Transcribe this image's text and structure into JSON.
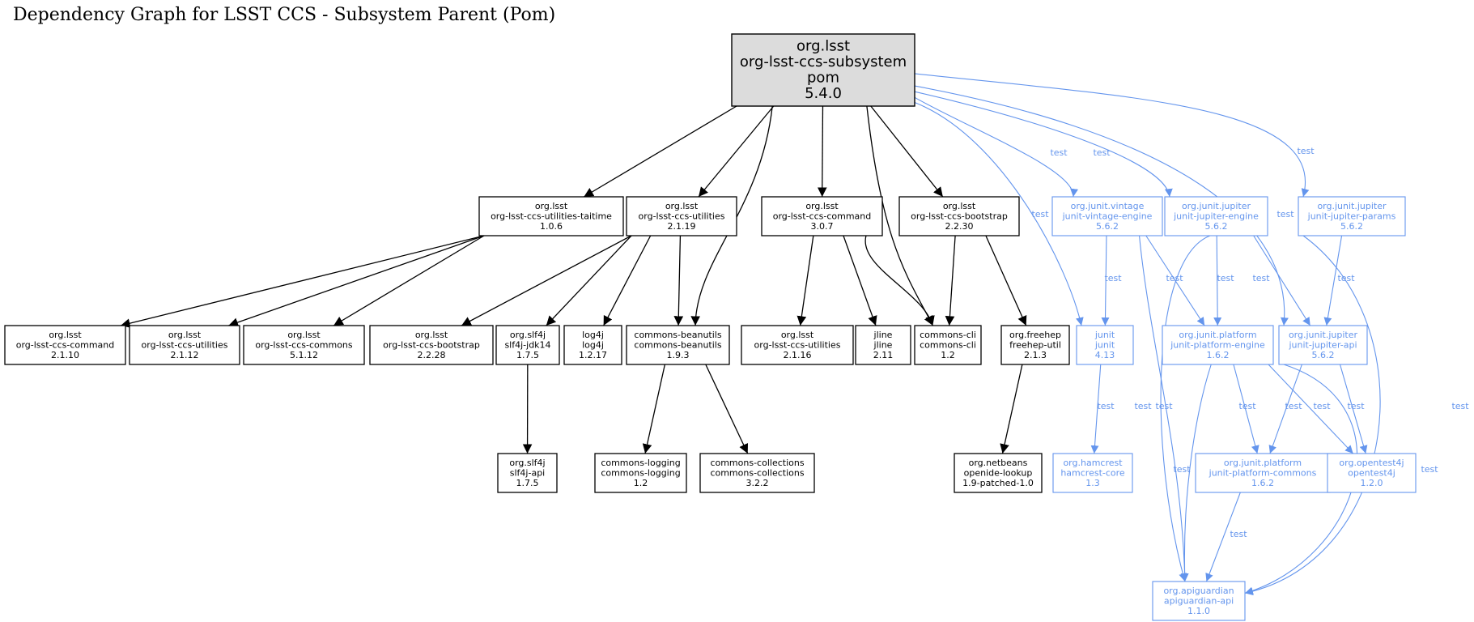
{
  "title": "Dependency Graph for LSST CCS - Subsystem Parent (Pom)",
  "colors": {
    "black": "#000000",
    "blue": "#6495ed",
    "root_fill": "#dcdcdc"
  },
  "edge_label": "test",
  "root": {
    "lines": [
      "org.lsst",
      "org-lsst-ccs-subsystem",
      "pom",
      "5.4.0"
    ]
  },
  "nodes": [
    {
      "id": "taitime",
      "lines": [
        "org.lsst",
        "org-lsst-ccs-utilities-taitime",
        "1.0.6"
      ],
      "test": false
    },
    {
      "id": "utilities",
      "lines": [
        "org.lsst",
        "org-lsst-ccs-utilities",
        "2.1.19"
      ],
      "test": false
    },
    {
      "id": "command",
      "lines": [
        "org.lsst",
        "org-lsst-ccs-command",
        "3.0.7"
      ],
      "test": false
    },
    {
      "id": "bootstrap",
      "lines": [
        "org.lsst",
        "org-lsst-ccs-bootstrap",
        "2.2.30"
      ],
      "test": false
    },
    {
      "id": "vintage",
      "lines": [
        "org.junit.vintage",
        "junit-vintage-engine",
        "5.6.2"
      ],
      "test": true
    },
    {
      "id": "jupiter_engine",
      "lines": [
        "org.junit.jupiter",
        "junit-jupiter-engine",
        "5.6.2"
      ],
      "test": true
    },
    {
      "id": "jupiter_params",
      "lines": [
        "org.junit.jupiter",
        "junit-jupiter-params",
        "5.6.2"
      ],
      "test": true
    },
    {
      "id": "command_old",
      "lines": [
        "org.lsst",
        "org-lsst-ccs-command",
        "2.1.10"
      ],
      "test": false
    },
    {
      "id": "utilities_old",
      "lines": [
        "org.lsst",
        "org-lsst-ccs-utilities",
        "2.1.12"
      ],
      "test": false
    },
    {
      "id": "commons",
      "lines": [
        "org.lsst",
        "org-lsst-ccs-commons",
        "5.1.12"
      ],
      "test": false
    },
    {
      "id": "bootstrap_old",
      "lines": [
        "org.lsst",
        "org-lsst-ccs-bootstrap",
        "2.2.28"
      ],
      "test": false
    },
    {
      "id": "slf4j_jdk14",
      "lines": [
        "org.slf4j",
        "slf4j-jdk14",
        "1.7.5"
      ],
      "test": false
    },
    {
      "id": "log4j",
      "lines": [
        "log4j",
        "log4j",
        "1.2.17"
      ],
      "test": false
    },
    {
      "id": "beanutils",
      "lines": [
        "commons-beanutils",
        "commons-beanutils",
        "1.9.3"
      ],
      "test": false
    },
    {
      "id": "utilities_216",
      "lines": [
        "org.lsst",
        "org-lsst-ccs-utilities",
        "2.1.16"
      ],
      "test": false
    },
    {
      "id": "jline",
      "lines": [
        "jline",
        "jline",
        "2.11"
      ],
      "test": false
    },
    {
      "id": "commons_cli",
      "lines": [
        "commons-cli",
        "commons-cli",
        "1.2"
      ],
      "test": false
    },
    {
      "id": "freehep",
      "lines": [
        "org.freehep",
        "freehep-util",
        "2.1.3"
      ],
      "test": false
    },
    {
      "id": "junit",
      "lines": [
        "junit",
        "junit",
        "4.13"
      ],
      "test": true
    },
    {
      "id": "platform_engine",
      "lines": [
        "org.junit.platform",
        "junit-platform-engine",
        "1.6.2"
      ],
      "test": true
    },
    {
      "id": "jupiter_api",
      "lines": [
        "org.junit.jupiter",
        "junit-jupiter-api",
        "5.6.2"
      ],
      "test": true
    },
    {
      "id": "slf4j_api",
      "lines": [
        "org.slf4j",
        "slf4j-api",
        "1.7.5"
      ],
      "test": false
    },
    {
      "id": "commons_logging",
      "lines": [
        "commons-logging",
        "commons-logging",
        "1.2"
      ],
      "test": false
    },
    {
      "id": "commons_collections",
      "lines": [
        "commons-collections",
        "commons-collections",
        "3.2.2"
      ],
      "test": false
    },
    {
      "id": "openide",
      "lines": [
        "org.netbeans",
        "openide-lookup",
        "1.9-patched-1.0"
      ],
      "test": false
    },
    {
      "id": "hamcrest",
      "lines": [
        "org.hamcrest",
        "hamcrest-core",
        "1.3"
      ],
      "test": true
    },
    {
      "id": "platform_commons",
      "lines": [
        "org.junit.platform",
        "junit-platform-commons",
        "1.6.2"
      ],
      "test": true
    },
    {
      "id": "opentest4j",
      "lines": [
        "org.opentest4j",
        "opentest4j",
        "1.2.0"
      ],
      "test": true
    },
    {
      "id": "apiguardian",
      "lines": [
        "org.apiguardian",
        "apiguardian-api",
        "1.1.0"
      ],
      "test": true
    }
  ],
  "edges": [
    {
      "from": "root",
      "to": "taitime",
      "test": false
    },
    {
      "from": "root",
      "to": "utilities",
      "test": false
    },
    {
      "from": "root",
      "to": "beanutils",
      "test": false
    },
    {
      "from": "root",
      "to": "command",
      "test": false
    },
    {
      "from": "root",
      "to": "commons_cli",
      "test": false
    },
    {
      "from": "root",
      "to": "bootstrap",
      "test": false
    },
    {
      "from": "root",
      "to": "junit",
      "test": true
    },
    {
      "from": "root",
      "to": "vintage",
      "test": true
    },
    {
      "from": "root",
      "to": "jupiter_engine",
      "test": true
    },
    {
      "from": "root",
      "to": "jupiter_api",
      "test": true
    },
    {
      "from": "root",
      "to": "jupiter_params",
      "test": true
    },
    {
      "from": "taitime",
      "to": "command_old",
      "test": false
    },
    {
      "from": "taitime",
      "to": "utilities_old",
      "test": false
    },
    {
      "from": "taitime",
      "to": "commons",
      "test": false
    },
    {
      "from": "utilities",
      "to": "bootstrap_old",
      "test": false
    },
    {
      "from": "utilities",
      "to": "slf4j_jdk14",
      "test": false
    },
    {
      "from": "utilities",
      "to": "log4j",
      "test": false
    },
    {
      "from": "utilities",
      "to": "beanutils",
      "test": false
    },
    {
      "from": "command",
      "to": "utilities_216",
      "test": false
    },
    {
      "from": "command",
      "to": "jline",
      "test": false
    },
    {
      "from": "command",
      "to": "commons_cli",
      "test": false
    },
    {
      "from": "bootstrap",
      "to": "commons_cli",
      "test": false
    },
    {
      "from": "bootstrap",
      "to": "freehep",
      "test": false
    },
    {
      "from": "slf4j_jdk14",
      "to": "slf4j_api",
      "test": false
    },
    {
      "from": "beanutils",
      "to": "commons_logging",
      "test": false
    },
    {
      "from": "beanutils",
      "to": "commons_collections",
      "test": false
    },
    {
      "from": "freehep",
      "to": "openide",
      "test": false
    },
    {
      "from": "vintage",
      "to": "junit",
      "test": true
    },
    {
      "from": "vintage",
      "to": "platform_engine",
      "test": true
    },
    {
      "from": "vintage",
      "to": "apiguardian",
      "test": true
    },
    {
      "from": "jupiter_engine",
      "to": "platform_engine",
      "test": true
    },
    {
      "from": "jupiter_engine",
      "to": "jupiter_api",
      "test": true
    },
    {
      "from": "jupiter_engine",
      "to": "apiguardian",
      "test": true
    },
    {
      "from": "jupiter_params",
      "to": "jupiter_api",
      "test": true
    },
    {
      "from": "jupiter_params",
      "to": "apiguardian",
      "test": true
    },
    {
      "from": "junit",
      "to": "hamcrest",
      "test": true
    },
    {
      "from": "platform_engine",
      "to": "platform_commons",
      "test": true
    },
    {
      "from": "platform_engine",
      "to": "opentest4j",
      "test": true
    },
    {
      "from": "platform_engine",
      "to": "apiguardian",
      "test": true
    },
    {
      "from": "jupiter_api",
      "to": "platform_commons",
      "test": true
    },
    {
      "from": "jupiter_api",
      "to": "opentest4j",
      "test": true
    },
    {
      "from": "jupiter_api",
      "to": "apiguardian",
      "test": true
    },
    {
      "from": "platform_commons",
      "to": "apiguardian",
      "test": true
    }
  ]
}
